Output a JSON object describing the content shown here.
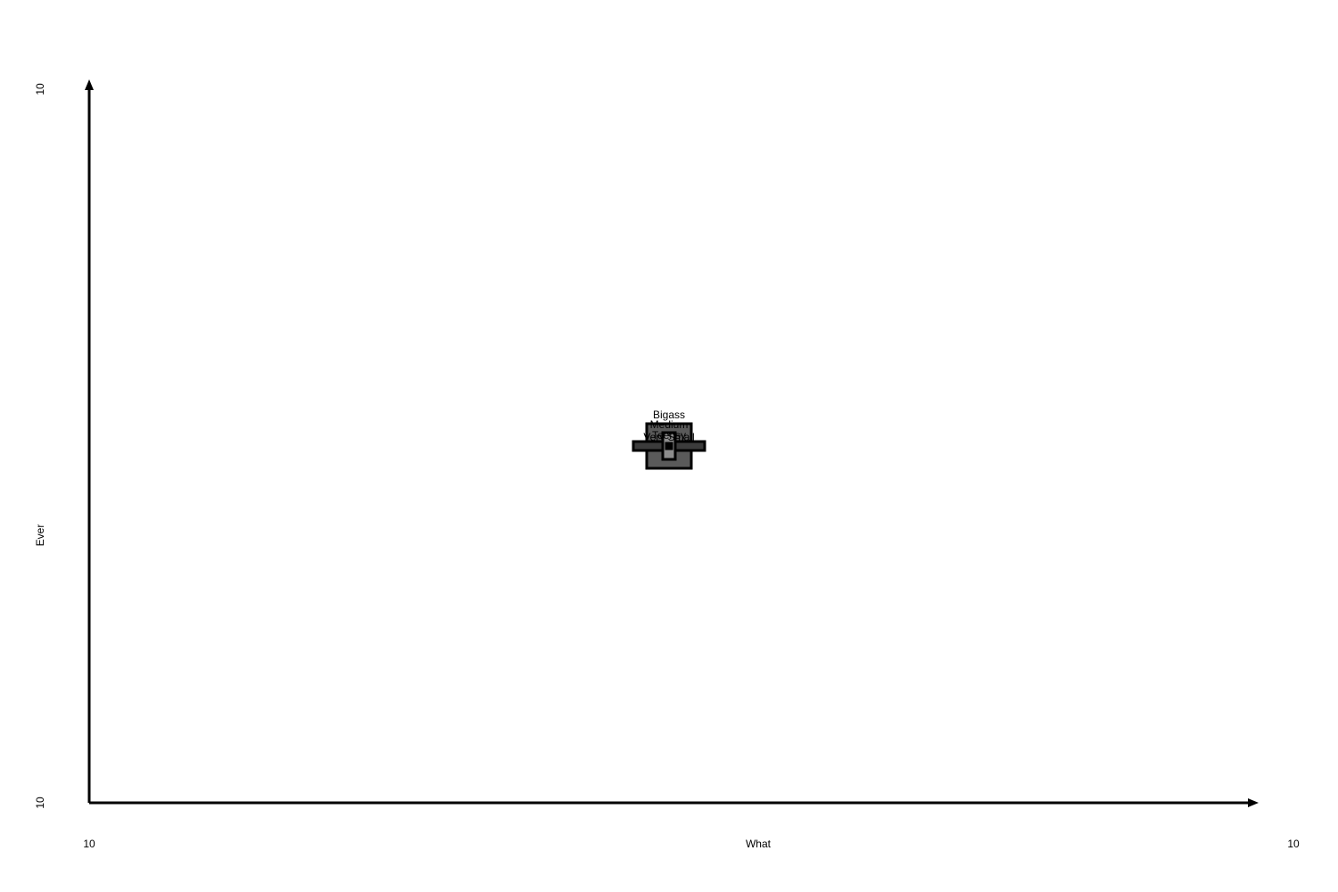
{
  "chart_data": {
    "type": "scatter",
    "xlabel": "What",
    "ylabel": "Ever",
    "x_tick_labels": {
      "min": "10",
      "max": "10"
    },
    "y_tick_labels": {
      "min": "10",
      "max": "10"
    },
    "xlim": [
      0,
      10
    ],
    "ylim": [
      0,
      10
    ],
    "grid": false,
    "series": [
      {
        "name": "Bigass",
        "x": 5,
        "y": 5,
        "color": "#5a5a5a"
      },
      {
        "name": "Medium",
        "x": 5,
        "y": 5,
        "color": "#3c3c3c"
      },
      {
        "name": "Teensy",
        "x": 5,
        "y": 5,
        "color": "#8c8c8c"
      },
      {
        "name": "Very Small",
        "x": 5,
        "y": 5,
        "color": "#000000"
      }
    ]
  }
}
